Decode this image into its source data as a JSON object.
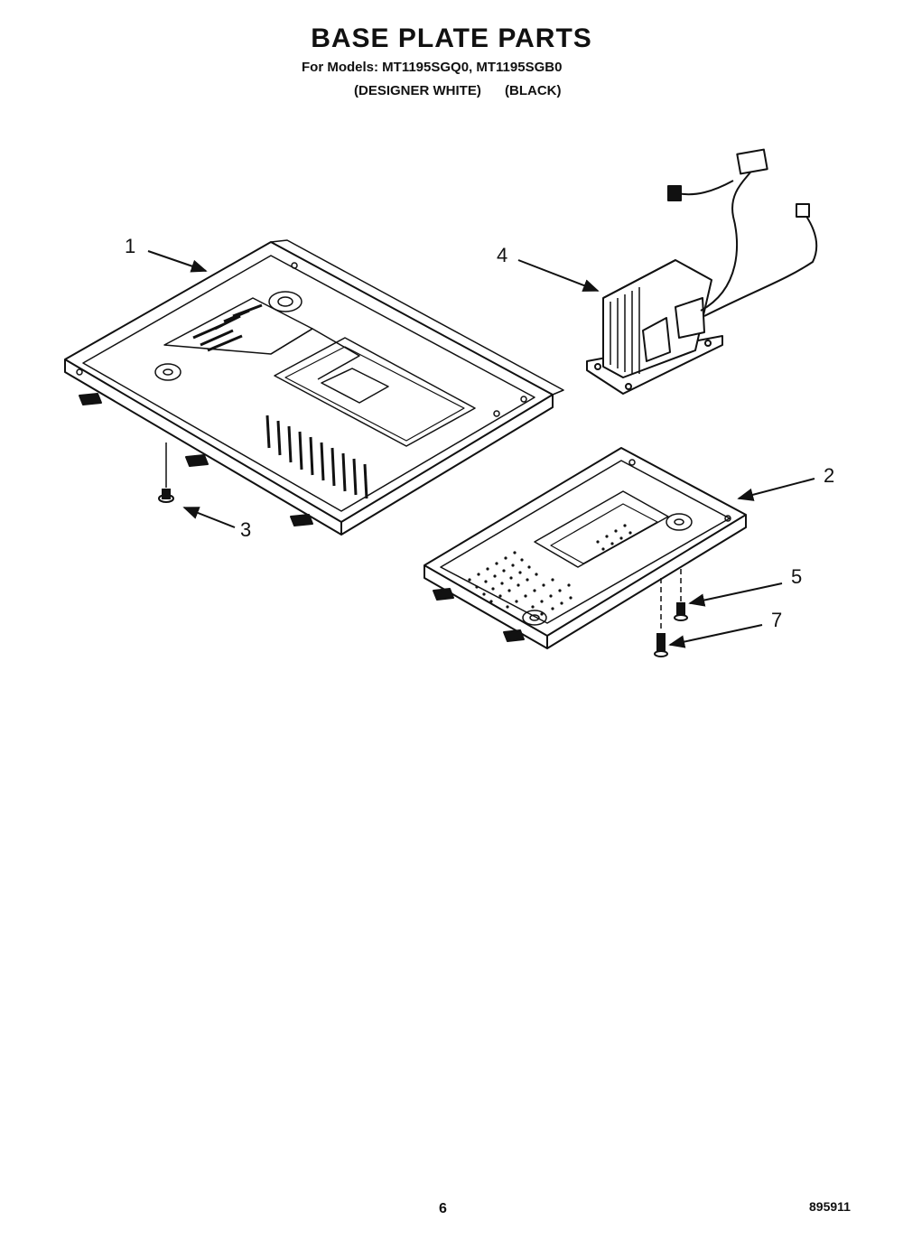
{
  "header": {
    "title": "BASE PLATE PARTS",
    "models_line": "For Models: MT1195SGQ0, MT1195SGB0",
    "variant_white": "(DESIGNER WHITE)",
    "variant_black": "(BLACK)"
  },
  "callouts": {
    "c1": "1",
    "c2": "2",
    "c3": "3",
    "c4": "4",
    "c5": "5",
    "c7": "7"
  },
  "footer": {
    "page_number": "6",
    "doc_id": "895911"
  }
}
